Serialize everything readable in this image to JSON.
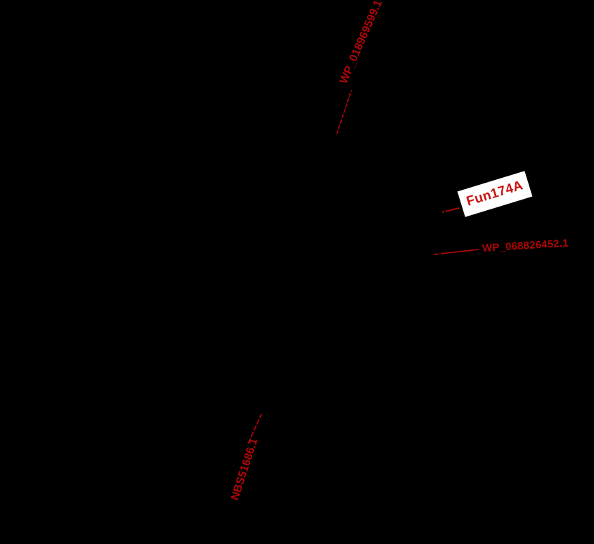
{
  "figure": {
    "kind": "phylogenetic-tree-figure",
    "background_color": "#000000",
    "label_color": "#b00606",
    "highlight_label_color": "#cc1212",
    "highlight_box_color": "#ffffff"
  },
  "tree": {
    "tips": [
      {
        "label": "WP_018969599.1",
        "highlighted": false,
        "orientation": "rotated-up-right"
      },
      {
        "label": "Fun174A",
        "highlighted": true,
        "orientation": "rotated-slight"
      },
      {
        "label": "WP_068826452.1",
        "highlighted": false,
        "orientation": "horizontal"
      },
      {
        "label": "NBS51686.1",
        "highlighted": false,
        "orientation": "rotated-up-right"
      }
    ]
  }
}
